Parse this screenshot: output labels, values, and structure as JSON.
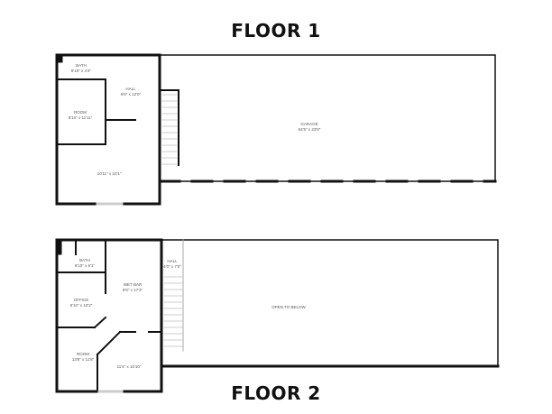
{
  "floor1": {
    "title": "FLOOR 1",
    "rooms": [
      {
        "name": "BATH",
        "dims": "8'10\" x 4'4\""
      },
      {
        "name": "HALL",
        "dims": "9'6\" x 12'0\""
      },
      {
        "name": "ROOM",
        "dims": "8'10\" x 11'11\""
      },
      {
        "name": "",
        "dims": "10'11\" x 10'1\""
      },
      {
        "name": "GARAGE",
        "dims": "64'5\" x 23'8\""
      }
    ]
  },
  "floor2": {
    "title": "FLOOR 2",
    "rooms": [
      {
        "name": "BATH",
        "dims": "8'10\" x 6'1\""
      },
      {
        "name": "HALL",
        "dims": "4'0\" x 7'0\""
      },
      {
        "name": "WET BAR",
        "dims": "9'8\" x 17'3\""
      },
      {
        "name": "OFFICE",
        "dims": "8'10\" x 10'2\""
      },
      {
        "name": "ROOM",
        "dims": "13'8\" x 11'8\""
      },
      {
        "name": "",
        "dims": "11'4\" x 10'10\""
      },
      {
        "name": "OPEN TO BELOW",
        "dims": ""
      }
    ]
  }
}
